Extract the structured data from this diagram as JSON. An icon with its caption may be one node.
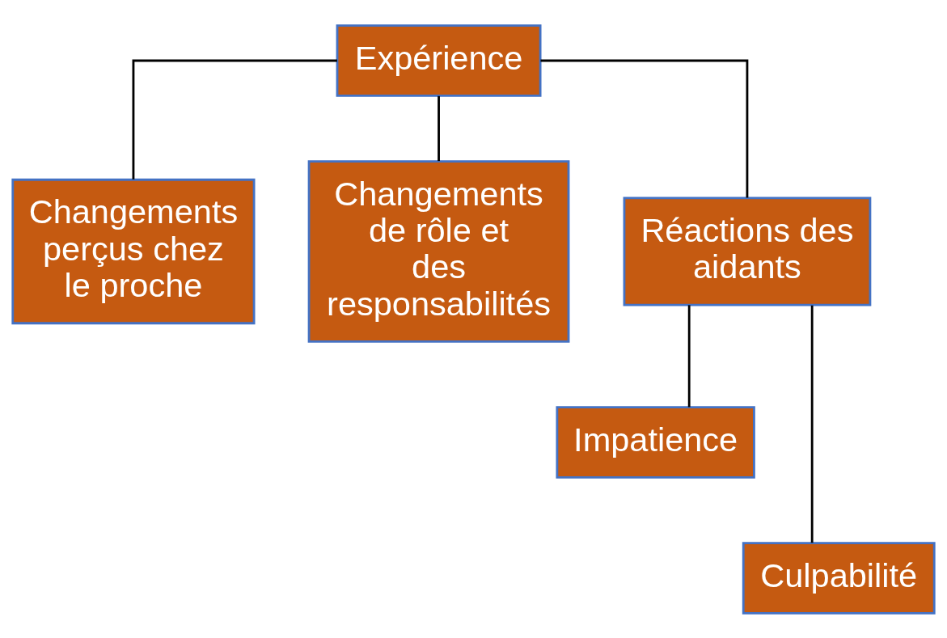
{
  "diagram": {
    "nodes": [
      {
        "text": [
          "Expérience"
        ]
      },
      {
        "text": [
          "Changements perçus chez le proche"
        ]
      },
      {
        "text": [
          "Changements de rôle et des responsabilités"
        ]
      },
      {
        "text": [
          "Réactions des aidants"
        ]
      },
      {
        "text": [
          "Impatience"
        ]
      },
      {
        "text": [
          "Culpabilité"
        ]
      }
    ],
    "edges": [
      {
        "from": 0,
        "to": 1,
        "arrow": "none"
      },
      {
        "from": 0,
        "to": 2,
        "arrow": "none"
      },
      {
        "from": 0,
        "to": 3,
        "arrow": "none"
      },
      {
        "from": 3,
        "to": 4,
        "arrow": "none"
      },
      {
        "from": 3,
        "to": 5,
        "arrow": "none"
      }
    ]
  }
}
